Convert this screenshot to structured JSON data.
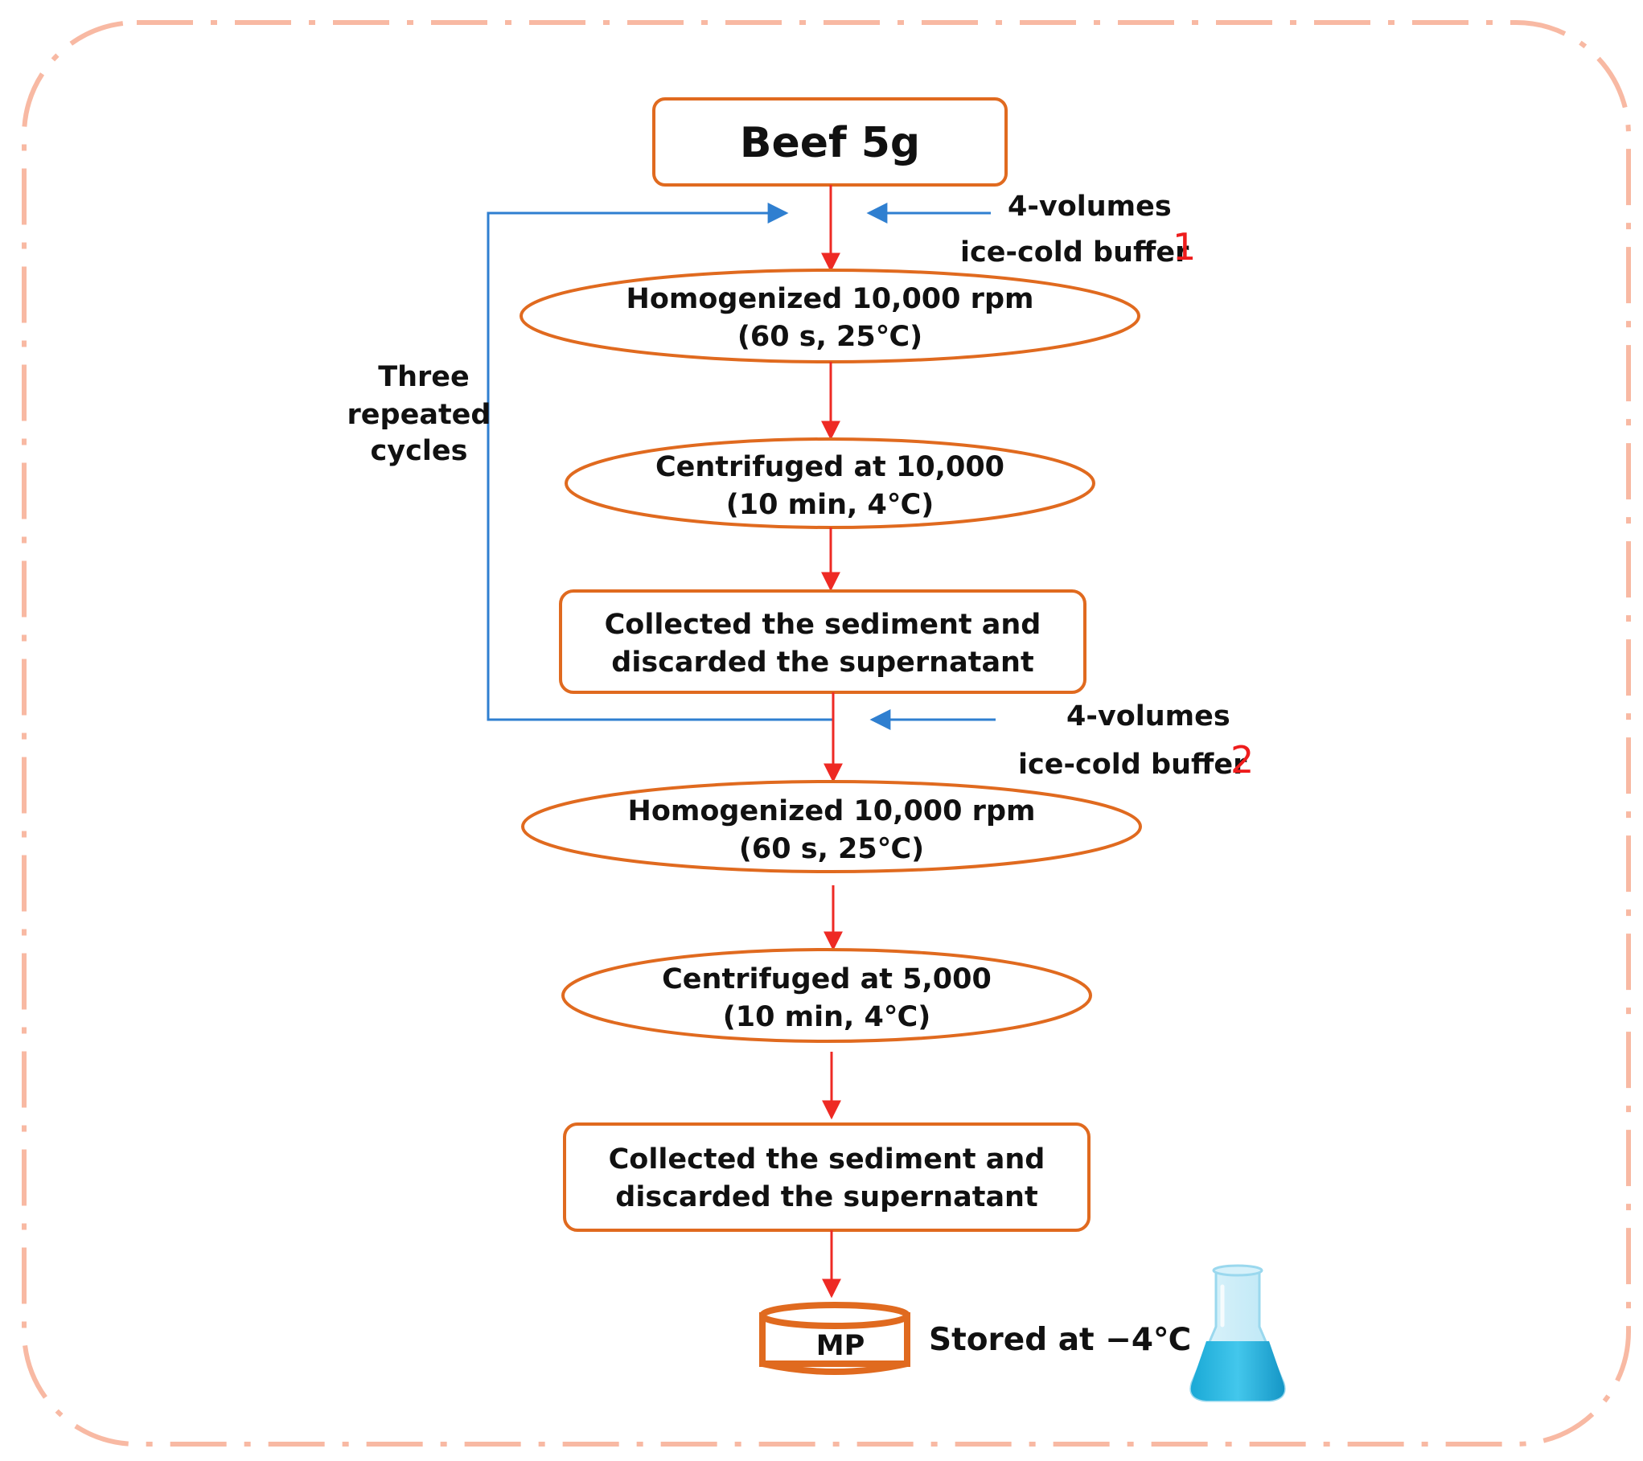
{
  "steps": {
    "beef": "Beef 5g",
    "homog1_line1": "Homogenized 10,000 rpm",
    "homog1_line2": "(60 s, 25℃)",
    "centr1_line1": "Centrifuged at 10,000",
    "centr1_line2": "(10 min, 4℃)",
    "collect1_line1": "Collected the sediment and",
    "collect1_line2": "discarded the supernatant",
    "homog2_line1": "Homogenized 10,000 rpm",
    "homog2_line2": "(60 s, 25℃)",
    "centr2_line1": "Centrifuged at 5,000",
    "centr2_line2": "(10 min, 4℃)",
    "collect2_line1": "Collected the sediment and",
    "collect2_line2": "discarded the supernatant",
    "mp": "MP",
    "stored": "Stored at −4℃"
  },
  "buffer1": {
    "line1": "4-volumes",
    "line2": "ice-cold buffer",
    "number": "1"
  },
  "buffer2": {
    "line1": "4-volumes",
    "line2": "ice-cold buffer",
    "number": "2"
  },
  "cycle_label": {
    "line1": "Three",
    "line2": "repeated",
    "line3": "cycles"
  },
  "icons": {
    "flask": "erlenmeyer-flask-icon",
    "container": "sample-dish-icon"
  },
  "colors": {
    "box_border": "#e06a1f",
    "flow_arrow": "#ee2a24",
    "loop_arrow": "#2f7fd0",
    "frame": "#f8b9a3",
    "buffer_number": "#ee1c1c"
  }
}
